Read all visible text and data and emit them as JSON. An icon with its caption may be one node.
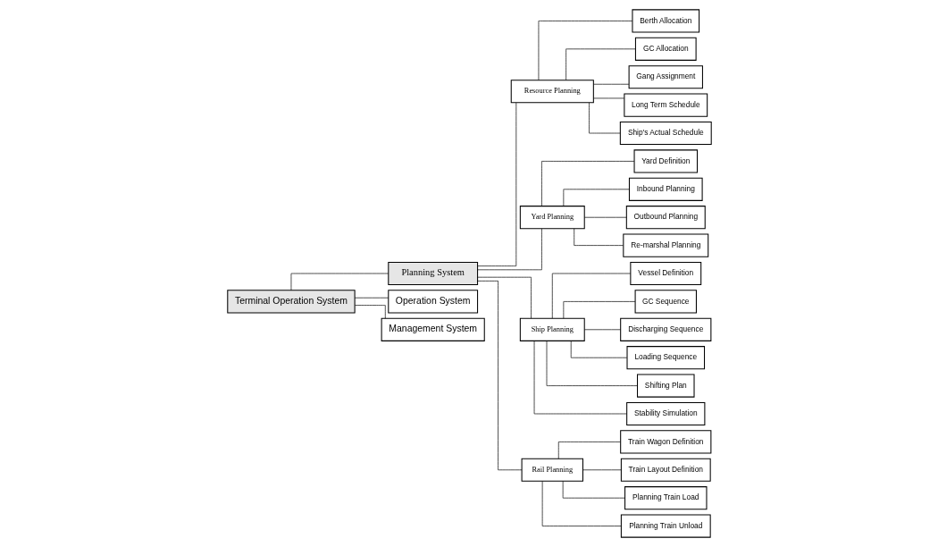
{
  "diagram": {
    "nodes": [
      {
        "text": [
          "Terminal Operation System"
        ]
      },
      {
        "text": [
          "Planning System"
        ]
      },
      {
        "text": [
          "Operation System"
        ]
      },
      {
        "text": [
          "Management System"
        ]
      },
      {
        "text": [
          "Resource Planning"
        ]
      },
      {
        "text": [
          "Yard Planning"
        ]
      },
      {
        "text": [
          "Ship Planning"
        ]
      },
      {
        "text": [
          "Rail Planning"
        ]
      },
      {
        "text": [
          "Berth Allocation"
        ]
      },
      {
        "text": [
          "GC Allocation"
        ]
      },
      {
        "text": [
          "Gang Assignment"
        ]
      },
      {
        "text": [
          "Long Term Schedule"
        ]
      },
      {
        "text": [
          "Ship's Actual Schedule"
        ]
      },
      {
        "text": [
          "Yard Definition"
        ]
      },
      {
        "text": [
          "Inbound Planning"
        ]
      },
      {
        "text": [
          "Outbound Planning"
        ]
      },
      {
        "text": [
          "Re-marshal Planning"
        ]
      },
      {
        "text": [
          "Vessel Definition"
        ]
      },
      {
        "text": [
          "GC Sequence"
        ]
      },
      {
        "text": [
          "Discharging Sequence"
        ]
      },
      {
        "text": [
          "Loading Sequence"
        ]
      },
      {
        "text": [
          "Shifting Plan"
        ]
      },
      {
        "text": [
          "Stability Simulation"
        ]
      },
      {
        "text": [
          "Train Wagon Definition"
        ]
      },
      {
        "text": [
          "Train Layout Definition"
        ]
      },
      {
        "text": [
          "Planning Train Load"
        ]
      },
      {
        "text": [
          "Planning Train Unload"
        ]
      }
    ],
    "edges": [
      {
        "from": 0,
        "to": 1,
        "arrow": "none"
      },
      {
        "from": 0,
        "to": 2,
        "arrow": "none"
      },
      {
        "from": 0,
        "to": 3,
        "arrow": "none"
      },
      {
        "from": 1,
        "to": 4,
        "arrow": "none"
      },
      {
        "from": 1,
        "to": 5,
        "arrow": "none"
      },
      {
        "from": 1,
        "to": 6,
        "arrow": "none"
      },
      {
        "from": 1,
        "to": 7,
        "arrow": "none"
      },
      {
        "from": 4,
        "to": 8,
        "arrow": "none"
      },
      {
        "from": 4,
        "to": 9,
        "arrow": "none"
      },
      {
        "from": 4,
        "to": 10,
        "arrow": "none"
      },
      {
        "from": 4,
        "to": 11,
        "arrow": "none"
      },
      {
        "from": 4,
        "to": 12,
        "arrow": "none"
      },
      {
        "from": 5,
        "to": 13,
        "arrow": "none"
      },
      {
        "from": 5,
        "to": 14,
        "arrow": "none"
      },
      {
        "from": 5,
        "to": 15,
        "arrow": "none"
      },
      {
        "from": 5,
        "to": 16,
        "arrow": "none"
      },
      {
        "from": 6,
        "to": 17,
        "arrow": "none"
      },
      {
        "from": 6,
        "to": 18,
        "arrow": "none"
      },
      {
        "from": 6,
        "to": 19,
        "arrow": "none"
      },
      {
        "from": 6,
        "to": 20,
        "arrow": "none"
      },
      {
        "from": 6,
        "to": 21,
        "arrow": "none"
      },
      {
        "from": 6,
        "to": 22,
        "arrow": "none"
      },
      {
        "from": 7,
        "to": 23,
        "arrow": "none"
      },
      {
        "from": 7,
        "to": 24,
        "arrow": "none"
      },
      {
        "from": 7,
        "to": 25,
        "arrow": "none"
      },
      {
        "from": 7,
        "to": 26,
        "arrow": "none"
      }
    ]
  }
}
